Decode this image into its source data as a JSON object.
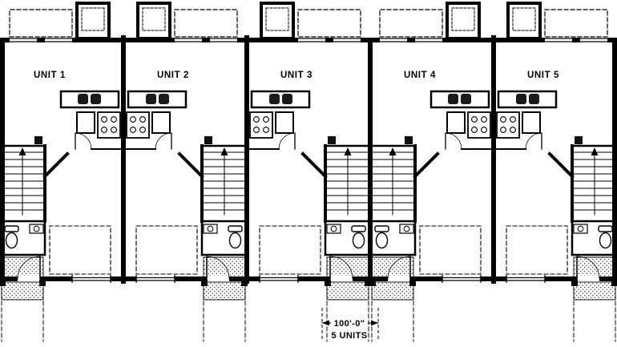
{
  "plan": {
    "units": [
      {
        "label": "UNIT 1"
      },
      {
        "label": "UNIT 2"
      },
      {
        "label": "UNIT 3"
      },
      {
        "label": "UNIT 4"
      },
      {
        "label": "UNIT 5"
      }
    ],
    "dimension": {
      "length": "100'-0\"",
      "units_note": "5 UNITS"
    },
    "colors": {
      "ink": "#000000",
      "paper": "#ffffff"
    }
  }
}
